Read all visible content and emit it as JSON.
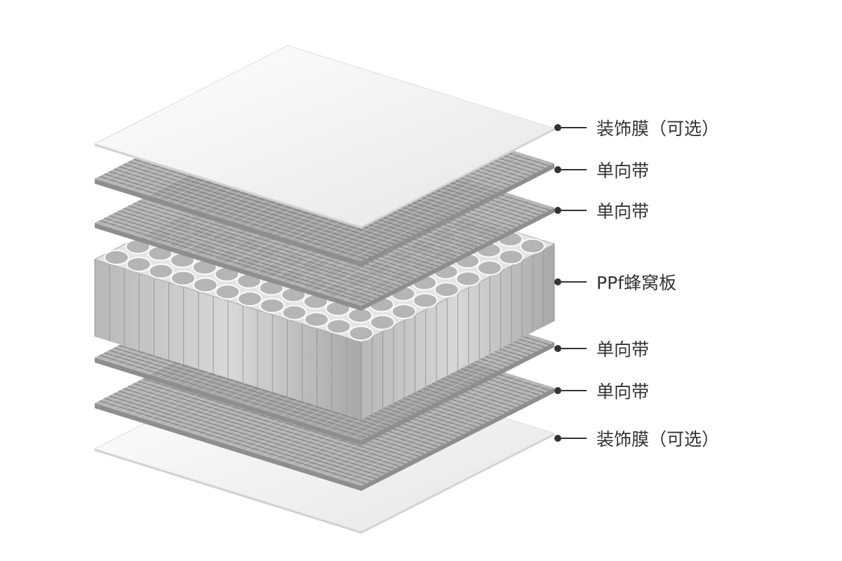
{
  "title": "PPf honeycomb panel layer structure",
  "labels": [
    {
      "text": "装饰膜（可选）",
      "layer": "film"
    },
    {
      "text": "单向带",
      "layer": "tape"
    },
    {
      "text": "单向带",
      "layer": "tape"
    },
    {
      "text": "PPf蜂窝板",
      "layer": "honeycomb"
    },
    {
      "text": "单向带",
      "layer": "tape"
    },
    {
      "text": "单向带",
      "layer": "tape"
    },
    {
      "text": "装饰膜（可选）",
      "layer": "film"
    }
  ],
  "colors": {
    "text": "#333333",
    "film": "#f7f7f7",
    "tape": "#a8a8a8",
    "honeycomb": "#c4c4c4"
  }
}
